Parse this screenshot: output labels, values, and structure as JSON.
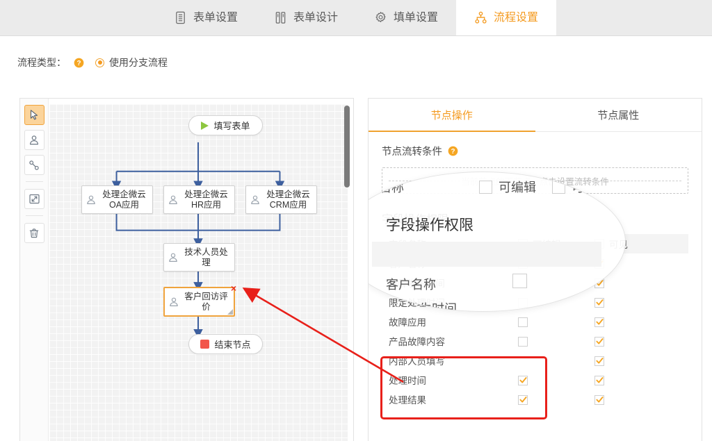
{
  "tabbar": {
    "tabs": [
      {
        "label": "表单设置",
        "icon": "form-settings-icon",
        "active": false
      },
      {
        "label": "表单设计",
        "icon": "form-design-icon",
        "active": false
      },
      {
        "label": "填单设置",
        "icon": "gear-icon",
        "active": false
      },
      {
        "label": "流程设置",
        "icon": "flow-settings-icon",
        "active": true
      }
    ]
  },
  "flow_type": {
    "label": "流程类型：",
    "help_icon": "help-icon",
    "radio_label": "使用分支流程",
    "radio_selected": true
  },
  "canvas": {
    "tools": [
      {
        "name": "select-tool",
        "icon": "cursor-icon",
        "active": true
      },
      {
        "name": "user-node-tool",
        "icon": "person-icon",
        "active": false
      },
      {
        "name": "connector-tool",
        "icon": "link-icon",
        "active": false
      },
      {
        "name": "fullscreen-tool",
        "icon": "expand-icon",
        "active": false
      },
      {
        "name": "delete-tool",
        "icon": "trash-icon",
        "active": false
      }
    ],
    "nodes": [
      {
        "id": "start",
        "label": "填写表单",
        "type": "start",
        "icon": "play-icon"
      },
      {
        "id": "oa",
        "label": "处理企微云OA应用",
        "type": "task",
        "icon": "person-icon"
      },
      {
        "id": "hr",
        "label": "处理企微云HR应用",
        "type": "task",
        "icon": "person-icon"
      },
      {
        "id": "crm",
        "label": "处理企微云CRM应用",
        "type": "task",
        "icon": "person-icon"
      },
      {
        "id": "tech",
        "label": "技术人员处理",
        "type": "task",
        "icon": "person-icon"
      },
      {
        "id": "visit",
        "label": "客户回访评价",
        "type": "task",
        "icon": "person-icon",
        "selected": true,
        "close_label": "×"
      },
      {
        "id": "end",
        "label": "结束节点",
        "type": "end",
        "icon": "stop-icon"
      }
    ]
  },
  "panel": {
    "tabs": [
      {
        "label": "节点操作",
        "active": true
      },
      {
        "label": "节点属性",
        "active": false
      }
    ],
    "condition": {
      "title": "节点流转条件",
      "help_icon": "help-icon",
      "placeholder": "当前节点的下节点，点击设置流转条件"
    },
    "permissions": {
      "title": "字段操作权限",
      "columns": [
        "字段名称",
        "可编辑",
        "可见"
      ],
      "header_editable_checked": false,
      "header_visible_checked": false,
      "rows": [
        {
          "name": "客户名称",
          "editable": false,
          "visible": true,
          "has_editable": true
        },
        {
          "name": "故障发生时间",
          "editable": false,
          "visible": true,
          "has_editable": true
        },
        {
          "name": "限定处理时间",
          "editable": false,
          "visible": true,
          "has_editable": true
        },
        {
          "name": "故障应用",
          "editable": false,
          "visible": true,
          "has_editable": true
        },
        {
          "name": "产品故障内容",
          "editable": false,
          "visible": true,
          "has_editable": true
        },
        {
          "name": "内部人员填写",
          "editable": false,
          "visible": true,
          "has_editable": false
        },
        {
          "name": "处理时间",
          "editable": true,
          "visible": true,
          "has_editable": true
        },
        {
          "name": "处理结果",
          "editable": true,
          "visible": true,
          "has_editable": true
        }
      ]
    }
  },
  "magnifier": {
    "title": "字段操作权限",
    "header_name": "字段名称",
    "header_editable": "可编辑",
    "header_visible": "可见",
    "row1_name": "客户名称",
    "row2_name": "故障发生时间"
  },
  "colors": {
    "accent": "#f49a1f",
    "annotation": "#e8201a",
    "edge": "#4a6ea9",
    "start": "#8dc63f",
    "end": "#f2564b"
  }
}
